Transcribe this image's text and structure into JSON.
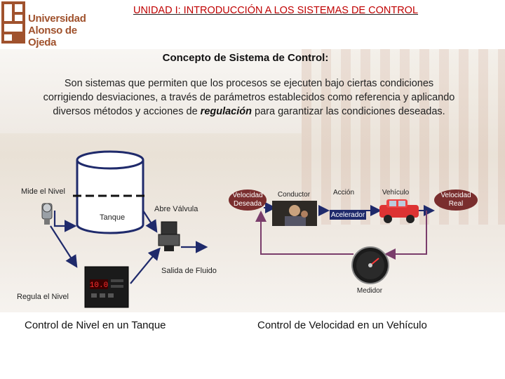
{
  "header": {
    "unit_title": "UNIDAD I: INTRODUCCIÓN A LOS SISTEMAS DE CONTROL",
    "logo": {
      "line1": "Universidad",
      "line2": "Alonso de Ojeda",
      "color": "#a0522d"
    }
  },
  "concept": {
    "title": "Concepto de Sistema de Control:",
    "text_before": "Son sistemas que permiten que los procesos se ejecuten bajo ciertas condiciones corrigiendo desviaciones, a través de parámetros establecidos como referencia y aplicando diversos métodos y acciones de ",
    "text_emphasis": "regulación",
    "text_after": "  para garantizar las condiciones deseadas."
  },
  "tank_diagram": {
    "mide_label": "Mide el Nivel",
    "tanque_label": "Tanque",
    "valve_label": "Abre Válvula",
    "salida_label": "Salida de Fluido",
    "regula_label": "Regula el Nivel",
    "controller_display": "10.0",
    "caption": "Control de Nivel en un Tanque"
  },
  "vehicle_diagram": {
    "velocidad_deseada": "Velocidad Deseada",
    "conductor": "Conductor",
    "accion": "Acción",
    "vehiculo": "Vehículo",
    "velocidad_real": "Velocidad Real",
    "acelerador": "Acelerador",
    "medidor": "Medidor",
    "caption": "Control de Velocidad en un Vehículo"
  },
  "colors": {
    "title_red": "#c00000",
    "oval_fill": "#7a2e2e",
    "arrow_blue": "#1f2a6b",
    "feedback_purple": "#7a3d6b"
  }
}
